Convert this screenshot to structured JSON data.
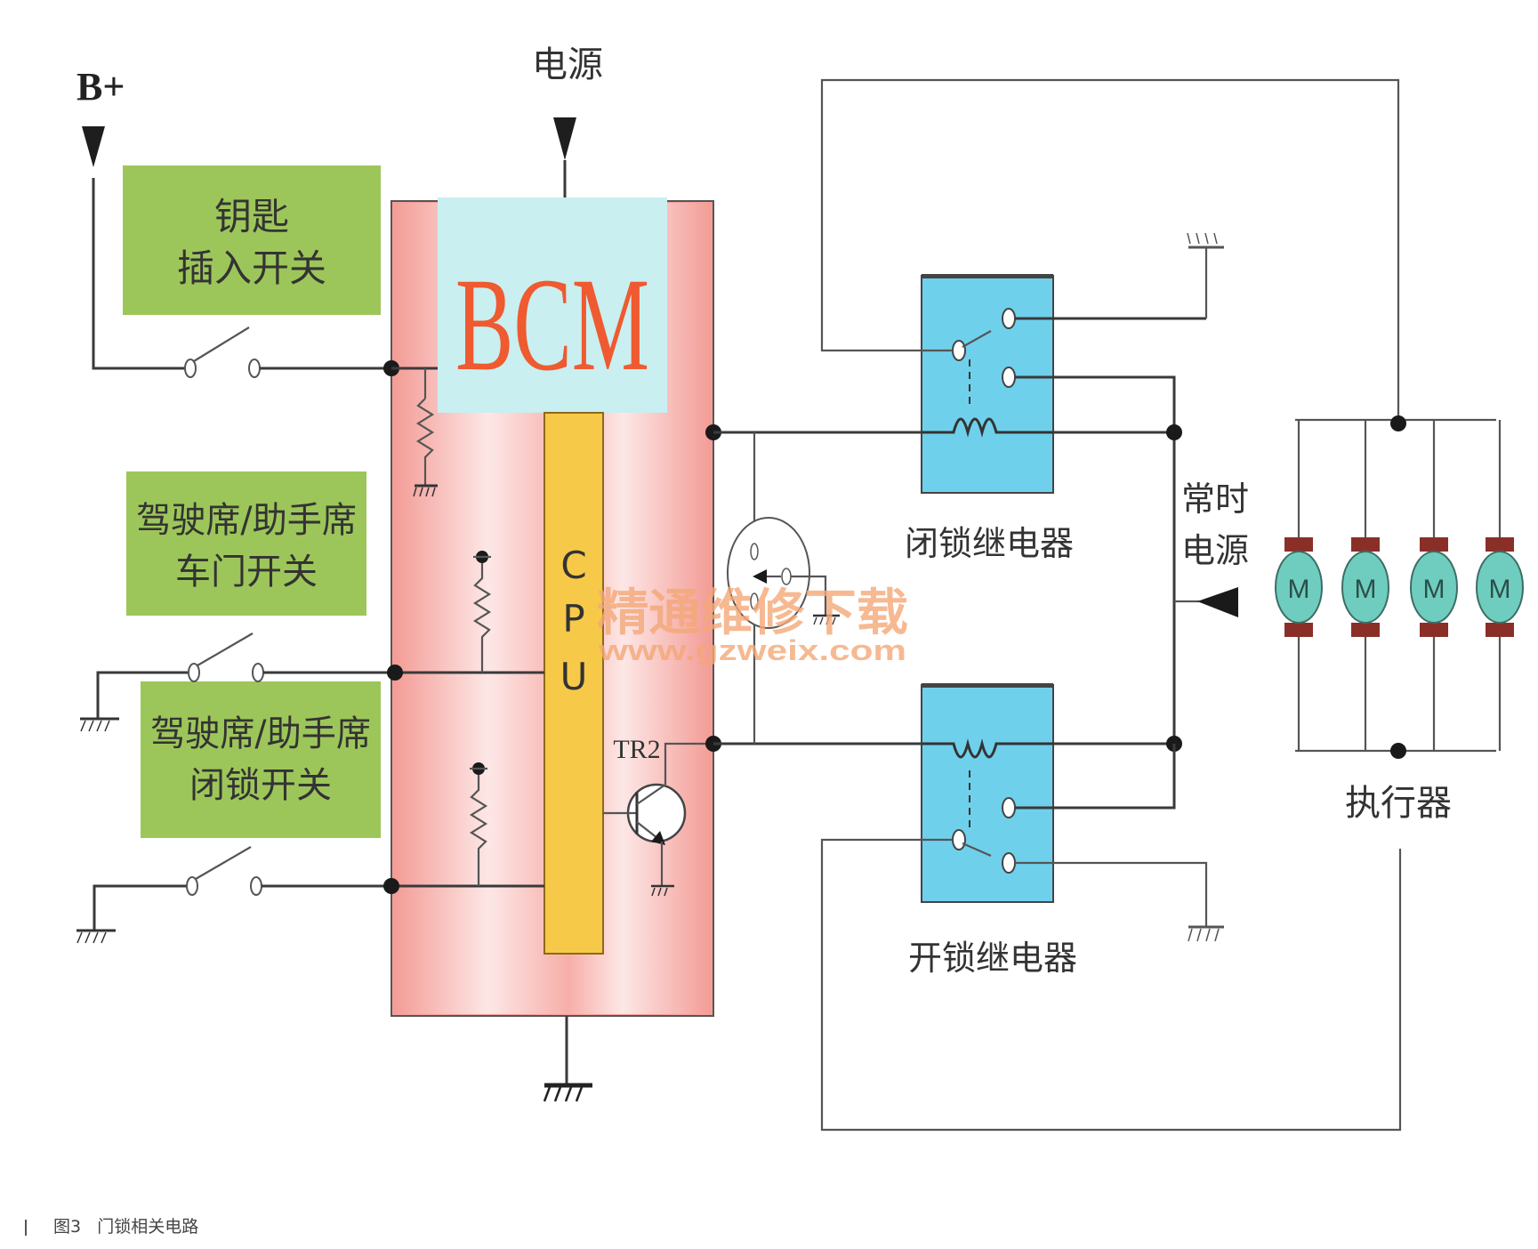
{
  "figure": {
    "caption_number": "图3",
    "caption_title": "门锁相关电路"
  },
  "power": {
    "battery_label": "B+",
    "supply_label": "电源",
    "constant_power_label_line1": "常时",
    "constant_power_label_line2": "电源"
  },
  "switch_boxes": [
    {
      "line1": "钥匙",
      "line2": "插入开关"
    },
    {
      "line1": "驾驶席/助手席",
      "line2": "车门开关"
    },
    {
      "line1": "驾驶席/助手席",
      "line2": "闭锁开关"
    }
  ],
  "bcm": {
    "title": "BCM",
    "cpu_letters": [
      "C",
      "P",
      "U"
    ],
    "transistor_label": "TR2"
  },
  "relays": {
    "lock": "闭锁继电器",
    "unlock": "开锁继电器"
  },
  "actuator": {
    "label": "执行器",
    "motor_letter": "M",
    "motor_count": 4
  },
  "watermark": {
    "cn": "精通维修下载",
    "url": "www.gzweix.com"
  },
  "colors": {
    "switch_box": "#9dc65a",
    "bcm_body": "#f6a19c",
    "bcm_label_bg": "#c9eff0",
    "bcm_text": "#ef5a30",
    "cpu": "#f7c948",
    "relay": "#6fd0ec",
    "motor_body": "#6fcdbf",
    "motor_cap": "#8a2f28",
    "watermark": "#f4a878"
  }
}
